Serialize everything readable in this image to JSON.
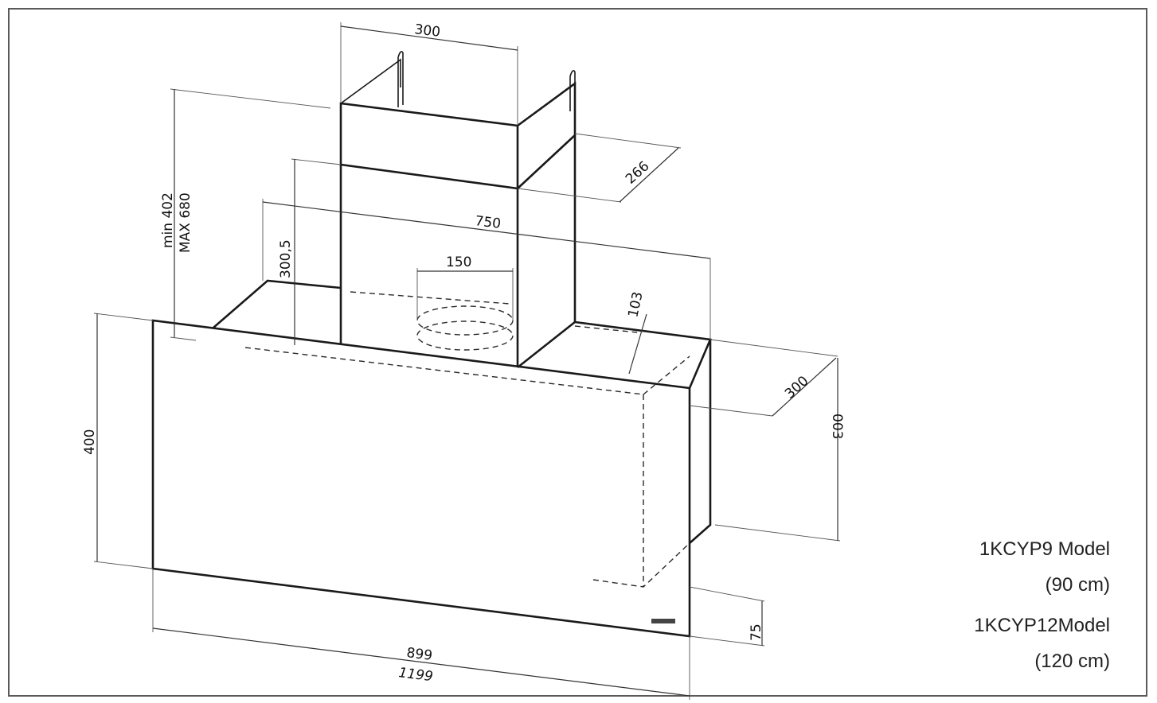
{
  "dimensions": {
    "chimney_width": "300",
    "chimney_depth": "266",
    "height_min": "min 402",
    "height_max": "MAX 680",
    "hood_top_height": "300,5",
    "hood_width": "750",
    "duct_diameter": "150",
    "offset": "103",
    "hood_depth": "300",
    "side_height": "003",
    "glass_height": "400",
    "bottom_gap": "75",
    "total_width_90": "899",
    "total_width_120": "1199"
  },
  "models": [
    {
      "name": "1KCYP9 Model",
      "size": "(90 cm)"
    },
    {
      "name": "1KCYP12Model",
      "size": "(120 cm)"
    }
  ]
}
